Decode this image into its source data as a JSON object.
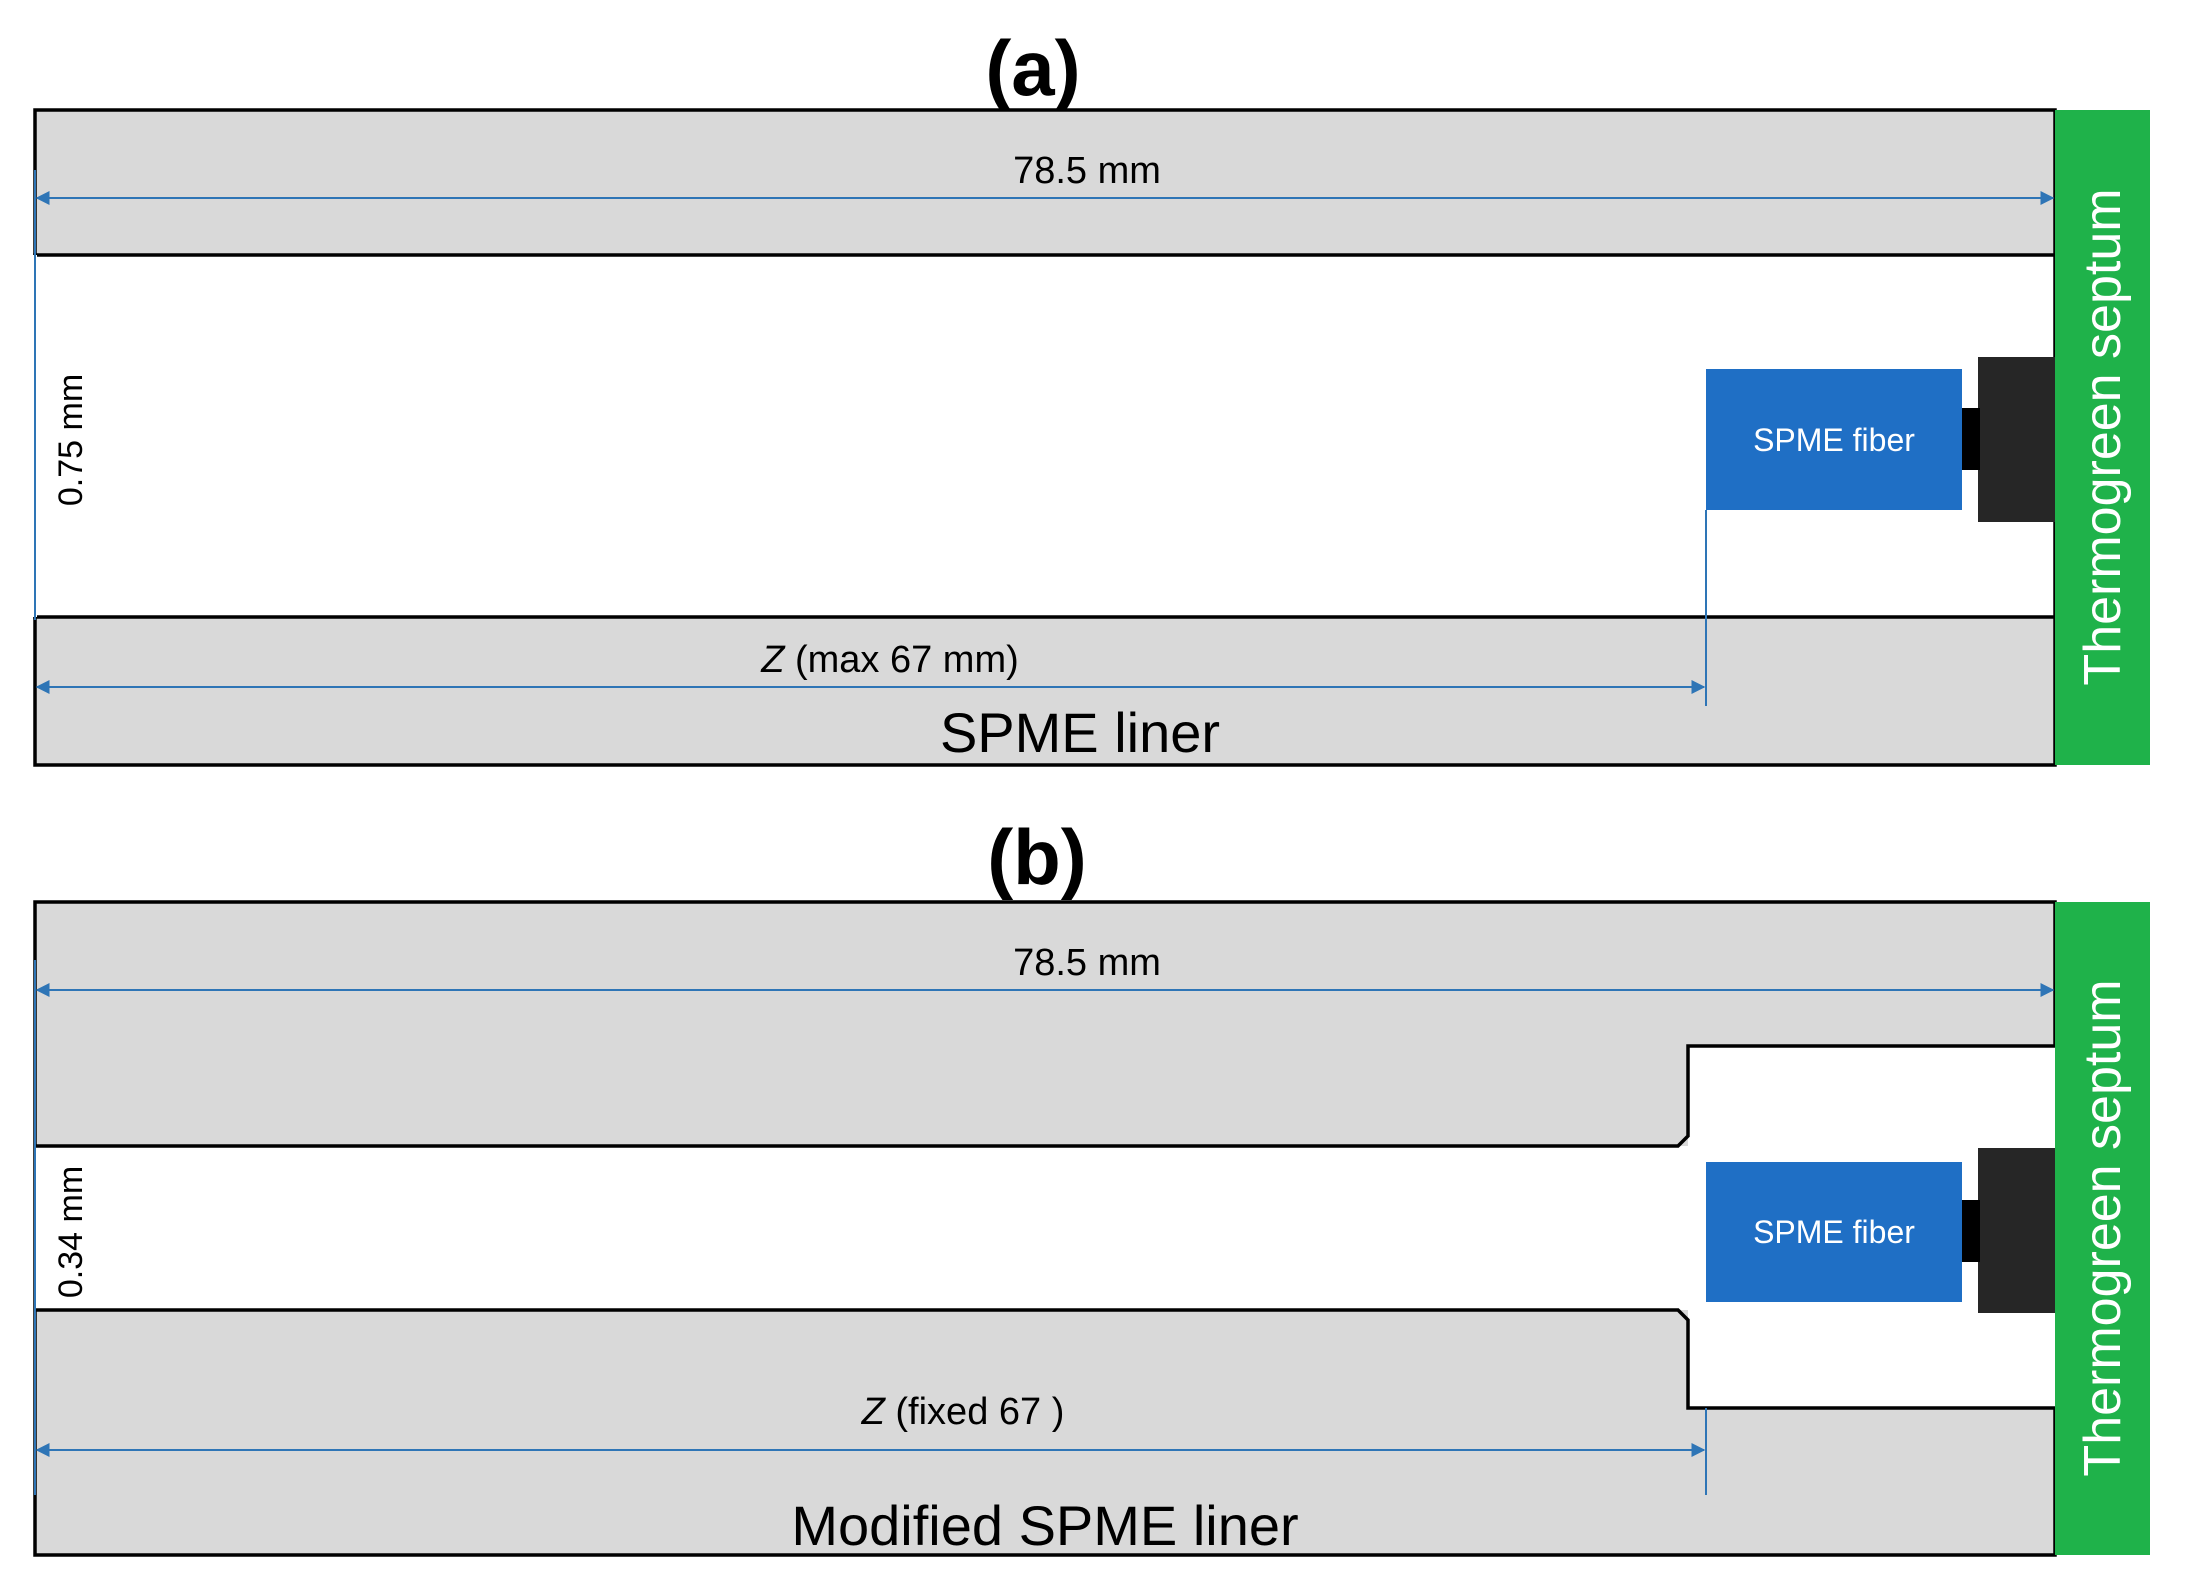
{
  "panels": [
    {
      "label": "(a)",
      "length_dim": "78.5 mm",
      "bore_dim": "0.75 mm",
      "z_var": "Z",
      "z_dim": " (max 67 mm)",
      "fiber_label": "SPME fiber",
      "liner_label": "SPME liner",
      "septum_label": "Thermogreen septum"
    },
    {
      "label": "(b)",
      "length_dim": "78.5 mm",
      "bore_dim": "0.34 mm",
      "z_var": "Z",
      "z_dim": " (fixed 67 )",
      "fiber_label": "SPME fiber",
      "liner_label": "Modified SPME liner",
      "septum_label": "Thermogreen septum"
    }
  ],
  "colors": {
    "liner_fill": "#d9d9d9",
    "outline": "#000000",
    "dimension_line": "#2e75b6",
    "fiber": "#1f6fc5",
    "holder": "#262626",
    "septum": "#1fb24a"
  }
}
